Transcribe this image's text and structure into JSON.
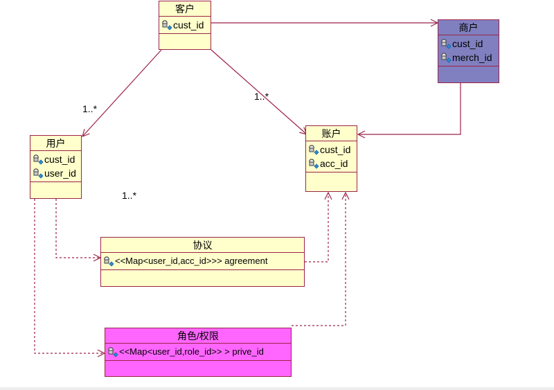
{
  "colors": {
    "line": "#9b2247",
    "class_fill": "#ffffcc",
    "merchant_fill": "#8080c0",
    "role_fill": "#ff66ff"
  },
  "classes": {
    "customer": {
      "name": "客户",
      "attrs": [
        "cust_id"
      ]
    },
    "merchant": {
      "name": "商户",
      "attrs": [
        "cust_id",
        "merch_id"
      ]
    },
    "user": {
      "name": "用户",
      "attrs": [
        "cust_id",
        "user_id"
      ]
    },
    "account": {
      "name": "账户",
      "attrs": [
        "cust_id",
        "acc_id"
      ]
    },
    "agreement": {
      "name": "协议",
      "attrs": [
        "<<Map<user_id,acc_id>>> agreement"
      ]
    },
    "role": {
      "name": "角色/权限",
      "attrs": [
        "<<Map<user_id,role_id>> > prive_id"
      ]
    }
  },
  "multiplicities": [
    "1..*",
    "1..*",
    "1..*"
  ],
  "attribute_icon": "key-field-icon"
}
